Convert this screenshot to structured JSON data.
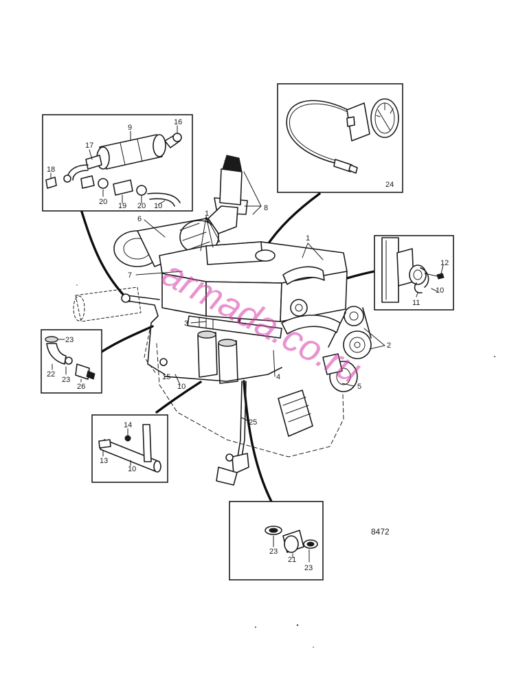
{
  "diagram": {
    "figure_number": "8472",
    "watermark": "armada.co.ru",
    "callouts": [
      {
        "id": "c1a",
        "text": "1"
      },
      {
        "id": "c1b",
        "text": "1"
      },
      {
        "id": "c2",
        "text": "2"
      },
      {
        "id": "c3",
        "text": "3"
      },
      {
        "id": "c4",
        "text": "4"
      },
      {
        "id": "c5",
        "text": "5"
      },
      {
        "id": "c6",
        "text": "6"
      },
      {
        "id": "c7",
        "text": "7"
      },
      {
        "id": "c8",
        "text": "8"
      },
      {
        "id": "c10m",
        "text": "10"
      },
      {
        "id": "c15",
        "text": "15"
      },
      {
        "id": "c25",
        "text": "25"
      }
    ],
    "insets": {
      "filter_kit": [
        "9",
        "16",
        "17",
        "18",
        "20",
        "19",
        "20",
        "10"
      ],
      "gauge": [
        "24"
      ],
      "sender": [
        "12",
        "10",
        "11"
      ],
      "elbow": [
        "23",
        "22",
        "23",
        "26"
      ],
      "bracket": [
        "14",
        "13",
        "10"
      ],
      "hose": [
        "23",
        "21",
        "23"
      ]
    }
  }
}
